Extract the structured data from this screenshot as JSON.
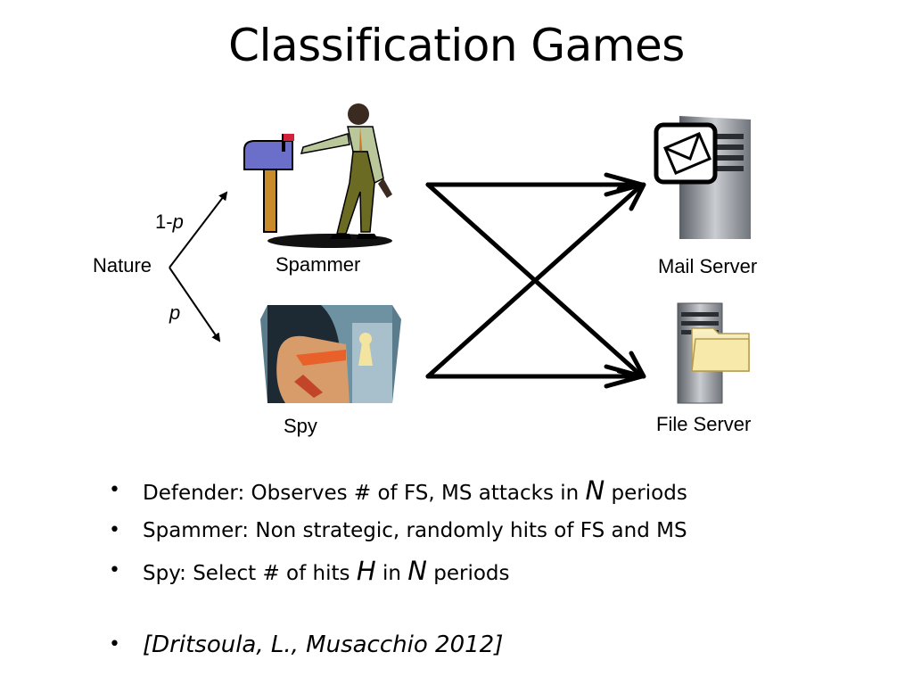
{
  "title": "Classification Games",
  "diagram": {
    "nature_label": "Nature",
    "branch_top_prefix": "1-",
    "branch_top_var": "p",
    "branch_bottom_var": "p",
    "spammer_label": "Spammer",
    "spy_label": "Spy",
    "mail_server_label": "Mail Server",
    "file_server_label": "File Server"
  },
  "bullets": {
    "b1_pre": "Defender: Observes # of FS, MS attacks in",
    "b1_var": "N",
    "b1_post": "periods",
    "b2": "Spammer: Non strategic, randomly hits of FS and MS",
    "b3_pre": "Spy: Select # of hits",
    "b3_var1": "H",
    "b3_mid": "in",
    "b3_var2": "N",
    "b3_post": "periods",
    "reference": "[Dritsoula, L., Musacchio 2012]"
  }
}
